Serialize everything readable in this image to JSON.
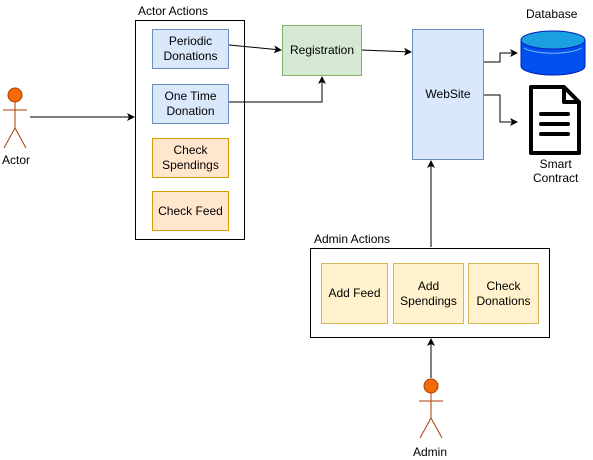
{
  "actor_group": {
    "title": "Actor Actions",
    "items": {
      "periodic": "Periodic\nDonations",
      "one_time": "One Time\nDonation",
      "check_spendings": "Check\nSpendings",
      "check_feed": "Check Feed"
    }
  },
  "admin_group": {
    "title": "Admin Actions",
    "items": {
      "add_feed": "Add Feed",
      "add_spendings": "Add\nSpendings",
      "check_donations": "Check\nDonations"
    }
  },
  "registration": "Registration",
  "website": "WebSite",
  "database": "Database",
  "smart_contract": "Smart\nContract",
  "actor": "Actor",
  "admin": "Admin",
  "colors": {
    "blue_fill": "#dae8fc",
    "green_fill": "#d5e8d4",
    "orange_fill": "#ffe6cc",
    "yellow_fill": "#fff2cc",
    "person": "#f46a06",
    "database": "#0050ef"
  }
}
